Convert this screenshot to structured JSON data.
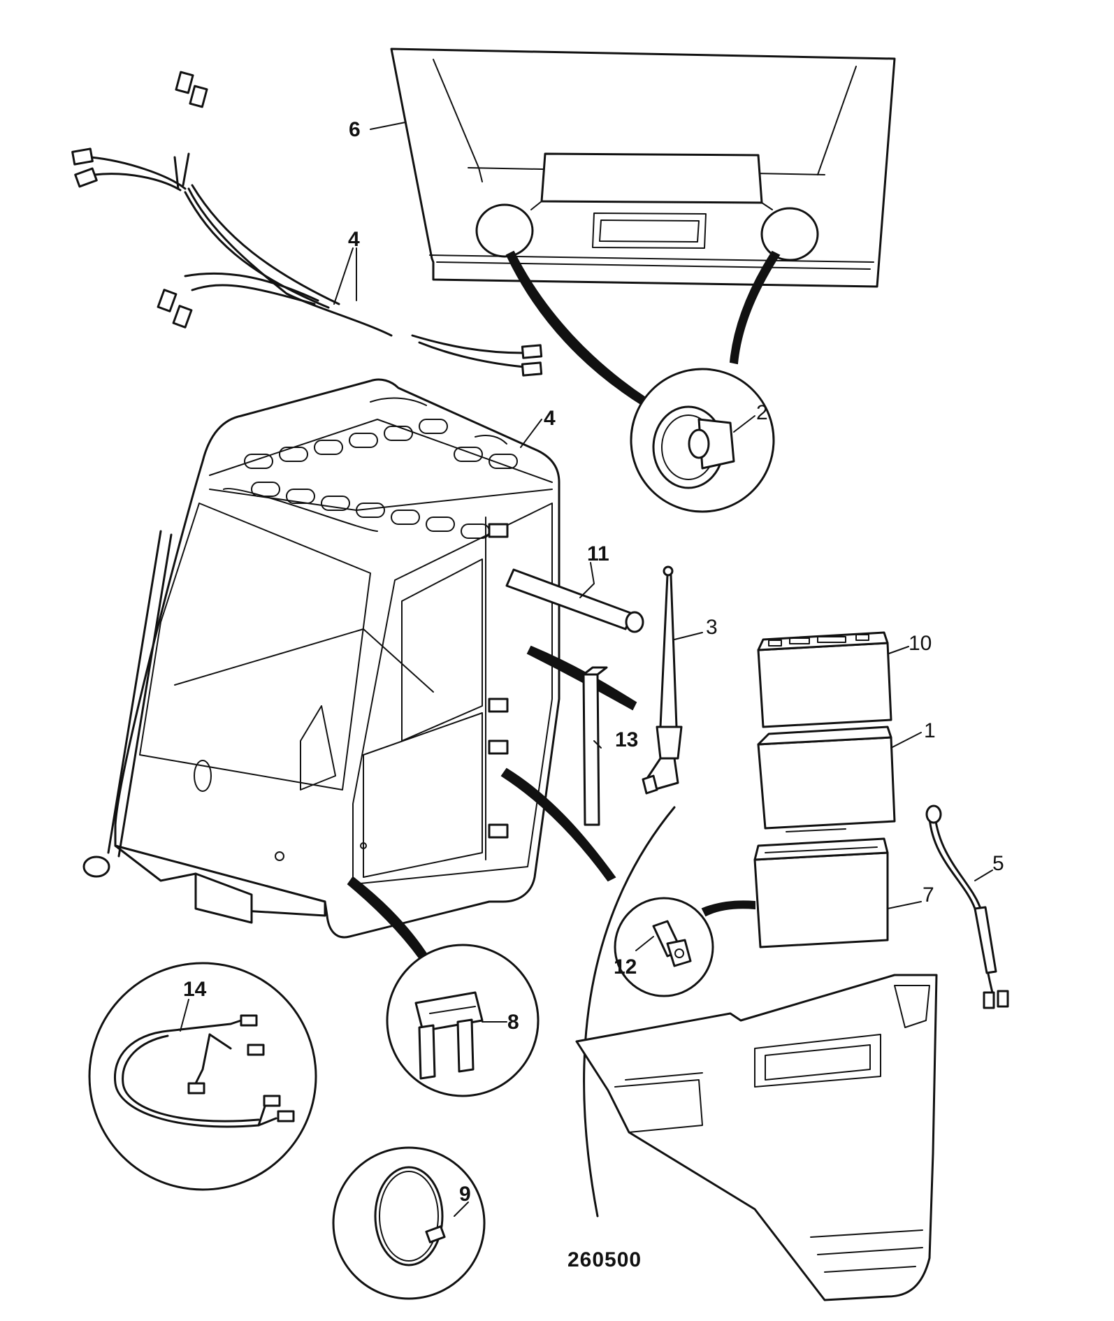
{
  "diagram": {
    "reference_number": "260500",
    "callouts": [
      {
        "id": "c1",
        "label": "1"
      },
      {
        "id": "c2",
        "label": "2"
      },
      {
        "id": "c3",
        "label": "3"
      },
      {
        "id": "c4a",
        "label": "4"
      },
      {
        "id": "c4b",
        "label": "4"
      },
      {
        "id": "c5",
        "label": "5"
      },
      {
        "id": "c6",
        "label": "6"
      },
      {
        "id": "c7",
        "label": "7"
      },
      {
        "id": "c8",
        "label": "8"
      },
      {
        "id": "c9",
        "label": "9"
      },
      {
        "id": "c10",
        "label": "10"
      },
      {
        "id": "c11",
        "label": "11"
      },
      {
        "id": "c12",
        "label": "12"
      },
      {
        "id": "c13",
        "label": "13"
      },
      {
        "id": "c14",
        "label": "14"
      }
    ]
  }
}
